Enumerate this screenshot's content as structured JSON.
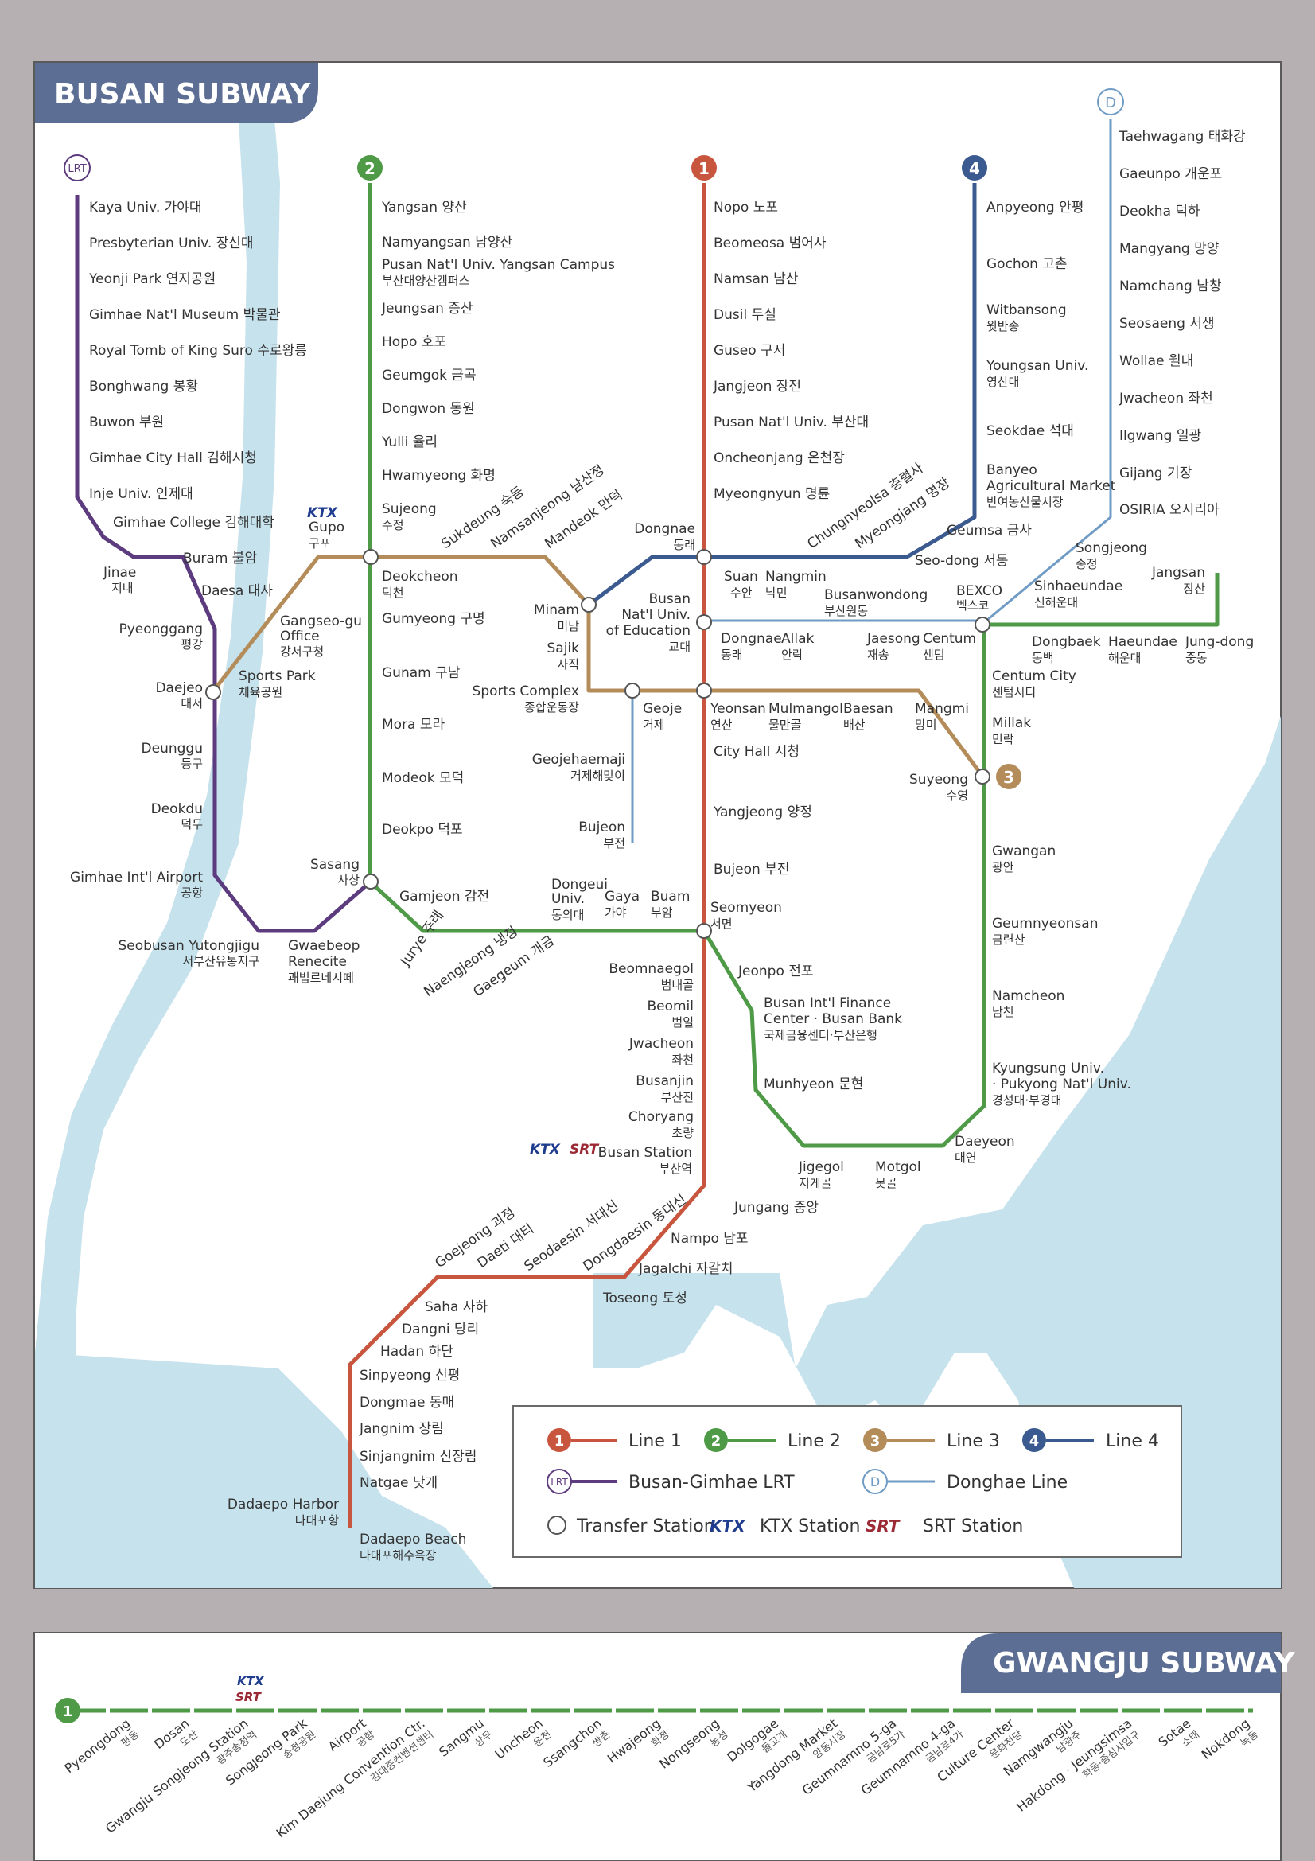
{
  "busan": {
    "title": "BUSAN SUBWAY",
    "colors": {
      "line1": "#c8553d",
      "line2": "#4e9a47",
      "line3": "#b48c5a",
      "line4": "#3b5a8f",
      "lrt": "#5c3b7e",
      "donghae": "#6f9bc5",
      "water": "#c6e2ec",
      "title_bg": "#5c6e94"
    },
    "badges": {
      "l1": "1",
      "l2": "2",
      "l3": "3",
      "l4": "4",
      "lrt": "LRT",
      "d": "D"
    },
    "lrt": [
      "Kaya Univ. 가야대",
      "Presbyterian Univ. 장신대",
      "Yeonji Park 연지공원",
      "Gimhae Nat'l Museum 박물관",
      "Royal Tomb of King Suro 수로왕릉",
      "Bonghwang 봉황",
      "Buwon 부원",
      "Gimhae City Hall 김해시청",
      "Inje Univ. 인제대",
      "Gimhae College 김해대학",
      "Buram 불암",
      "Daesa 대사"
    ],
    "lrt_left": {
      "jinae": [
        "Jinae",
        "지내"
      ],
      "pyeonggang": [
        "Pyeonggang",
        "평강"
      ],
      "daejeo": [
        "Daejeo",
        "대저"
      ],
      "deunggu": [
        "Deunggu",
        "등구"
      ],
      "deokdu": [
        "Deokdu",
        "덕두"
      ],
      "airport": [
        "Gimhae Int'l Airport",
        "공항"
      ],
      "seobusan": [
        "Seobusan Yutongjigu",
        "서부산유통지구"
      ],
      "gwaebeop": [
        "Gwaebeop",
        "Renecite",
        "괘법르네시떼"
      ]
    },
    "line2_top": [
      "Yangsan 양산",
      "Namyangsan 남양산"
    ],
    "pusan_yangsan": [
      "Pusan Nat'l Univ. Yangsan Campus",
      "부산대양산캠퍼스"
    ],
    "line2_mid": [
      "Jeungsan 증산",
      "Hopo 호포",
      "Geumgok 금곡",
      "Dongwon 동원",
      "Yulli 율리",
      "Hwamyeong 화명"
    ],
    "sujeong": [
      "Sujeong",
      "수정"
    ],
    "deokcheon": [
      "Deokcheon",
      "덕천"
    ],
    "line2_low": [
      "Gumyeong 구명",
      "Gunam 구남",
      "Mora 모라",
      "Modeok 모덕",
      "Deokpo 덕포"
    ],
    "sasang": [
      "Sasang",
      "사상"
    ],
    "gamjeon": "Gamjeon 감전",
    "gupo": [
      "Gupo",
      "구포"
    ],
    "ktx": "KTX",
    "srt": "SRT",
    "gangseo": [
      "Gangseo-gu",
      "Office",
      "강서구청"
    ],
    "sportspark": [
      "Sports Park",
      "체육공원"
    ],
    "line3_top": [
      "Sukdeung 숙등",
      "Namsanjeong 남산정",
      "Mandeok 만덕"
    ],
    "minam": [
      "Minam",
      "미남"
    ],
    "sajik": [
      "Sajik",
      "사직"
    ],
    "sportscomplex": [
      "Sports Complex",
      "종합운동장"
    ],
    "geoje": [
      "Geoje",
      "거제"
    ],
    "geojehaemaji": [
      "Geojehaemaji",
      "거제해맞이"
    ],
    "bujeon_d": [
      "Bujeon",
      "부전"
    ],
    "line1_top": [
      "Nopo 노포",
      "Beomeosa 범어사",
      "Namsan 남산",
      "Dusil 두실",
      "Guseo 구서",
      "Jangjeon 장전",
      "Pusan Nat'l Univ. 부산대",
      "Oncheonjang 온천장",
      "Myeongnyun 명륜"
    ],
    "dongnae": [
      "Dongnae",
      "동래"
    ],
    "edu": [
      "Busan",
      "Nat'l Univ.",
      "of Education",
      "교대"
    ],
    "line1_mid": [
      "City Hall 시청",
      "Yangjeong 양정",
      "Bujeon 부전"
    ],
    "seomyeon": [
      "Seomyeon",
      "서면"
    ],
    "line4": [
      "Anpyeong 안평",
      "Gochon 고촌"
    ],
    "witbansong": [
      "Witbansong",
      "윗반송"
    ],
    "youngsan": [
      "Youngsan Univ.",
      "영산대"
    ],
    "seokdae": "Seokdae 석대",
    "banyeo": [
      "Banyeo",
      "Agricultural Market",
      "반여농산물시장"
    ],
    "geumsa": "Geumsa 금사",
    "seodong": "Seo-dong 서동",
    "line4_diag": [
      "Chungnyeolsa 충렬사",
      "Myeongjang 명장"
    ],
    "suan": [
      "Suan",
      "수안"
    ],
    "nangmin": [
      "Nangmin",
      "낙민"
    ],
    "busanwondong": [
      "Busanwondong",
      "부산원동"
    ],
    "donghae_low": [
      [
        "Dongnae",
        "동래"
      ],
      [
        "Allak",
        "안락"
      ],
      [
        "Jaesong",
        "재송"
      ],
      [
        "Centum",
        "센텀"
      ]
    ],
    "bexco": [
      "BEXCO",
      "벡스코"
    ],
    "donghae_line": [
      "Taehwagang 태화강",
      "Gaeunpo 개운포",
      "Deokha 덕하",
      "Mangyang 망양",
      "Namchang 남창",
      "Seosaeng 서생",
      "Wollae 월내",
      "Jwacheon 좌천",
      "Ilgwang 일광",
      "Gijang 기장",
      "OSIRIA 오시리아"
    ],
    "songjeong": [
      "Songjeong",
      "송정"
    ],
    "sinhaeundae": [
      "Sinhaeundae",
      "신해운대"
    ],
    "jangsan": [
      "Jangsan",
      "장산"
    ],
    "line2_east": [
      [
        "Dongbaek",
        "동백"
      ],
      [
        "Haeundae",
        "해운대"
      ],
      [
        "Jung-dong",
        "중동"
      ]
    ],
    "centumcity": [
      "Centum City",
      "센텀시티"
    ],
    "millak": [
      "Millak",
      "민락"
    ],
    "suyeong": [
      "Suyeong",
      "수영"
    ],
    "line3_bottom": [
      [
        "Yeonsan",
        "연산"
      ],
      [
        "Mulmangol",
        "물만골"
      ],
      [
        "Baesan",
        "배산"
      ],
      [
        "Mangmi",
        "망미"
      ]
    ],
    "line2_suyeong": [
      [
        "Gwangan",
        "광안"
      ],
      [
        "Geumnyeonsan",
        "금련산"
      ],
      [
        "Namcheon",
        "남천"
      ]
    ],
    "kyungsung": [
      "Kyungsung Univ.",
      "· Pukyong Nat'l Univ.",
      "경성대·부경대"
    ],
    "daeyeon": [
      "Daeyeon",
      "대연"
    ],
    "motgol": [
      "Motgol",
      "못골"
    ],
    "jigegol": [
      "Jigegol",
      "지게골"
    ],
    "munhyeon": "Munhyeon 문현",
    "bifc": [
      "Busan Int'l Finance",
      "Center · Busan Bank",
      "국제금융센터·부산은행"
    ],
    "jeonpo": "Jeonpo 전포",
    "line2_south": [
      [
        "Buam",
        "부암"
      ],
      [
        "Gaya",
        "가야"
      ],
      [
        "Dongeui",
        "Univ.",
        "동의대"
      ]
    ],
    "line2_diag": [
      "Jurye 주례",
      "Naengjeong 냉정",
      "Gaegeum 개금"
    ],
    "line1_south": [
      [
        "Beomnaegol",
        "범내골"
      ],
      [
        "Beomil",
        "범일"
      ],
      [
        "Jwacheon",
        "좌천"
      ],
      [
        "Busanjin",
        "부산진"
      ],
      [
        "Choryang",
        "초량"
      ]
    ],
    "busanstation": [
      "Busan Station",
      "부산역"
    ],
    "line1_sw": [
      "Jungang 중앙",
      "Nampo 남포",
      "Jagalchi 자갈치",
      "Toseong 토성"
    ],
    "line1_diag": [
      "Goejeong 괴정",
      "Daeti 대티",
      "Seodaesin 서대신",
      "Dongdaesin 동대신"
    ],
    "line1_end": [
      "Saha 사하",
      "Dangni 당리",
      "Hadan 하단",
      "Sinpyeong 신평",
      "Dongmae 동매",
      "Jangnim 장림",
      "Sinjangnim 신장림",
      "Natgae 낫개"
    ],
    "dadaepo_harbor": [
      "Dadaepo Harbor",
      "다대포항"
    ],
    "dadaepo_beach": [
      "Dadaepo Beach",
      "다대포해수욕장"
    ],
    "legend": {
      "line1": "Line 1",
      "line2": "Line 2",
      "line3": "Line 3",
      "line4": "Line 4",
      "lrt": "Busan-Gimhae LRT",
      "donghae": "Donghae Line",
      "transfer": "Transfer Station",
      "ktx": "KTX Station",
      "srt": "SRT Station"
    }
  },
  "gwangju": {
    "title": "GWANGJU SUBWAY",
    "badge": "1",
    "stations": [
      [
        "Pyeongdong",
        "평동"
      ],
      [
        "Dosan",
        "도산"
      ],
      [
        "Gwangju Songjeong Station",
        "광주송정역"
      ],
      [
        "Songjeong Park",
        "송정공원"
      ],
      [
        "Airport",
        "공항"
      ],
      [
        "Kim Daejung Convention Ctr.",
        "김대중컨벤션센터"
      ],
      [
        "Sangmu",
        "상무"
      ],
      [
        "Uncheon",
        "운천"
      ],
      [
        "Ssangchon",
        "쌍촌"
      ],
      [
        "Hwajeong",
        "화정"
      ],
      [
        "Nongseong",
        "농성"
      ],
      [
        "Dolgogae",
        "돌고개"
      ],
      [
        "Yangdong Market",
        "양동시장"
      ],
      [
        "Geumnamno 5-ga",
        "금남로5가"
      ],
      [
        "Geumnamno 4-ga",
        "금남로4가"
      ],
      [
        "Culture Center",
        "문화전당"
      ],
      [
        "Namgwangju",
        "남광주"
      ],
      [
        "Hakdong · Jeungsimsa",
        "학동·증심사입구"
      ],
      [
        "Sotae",
        "소태"
      ],
      [
        "Nokdong",
        "녹동"
      ]
    ]
  }
}
